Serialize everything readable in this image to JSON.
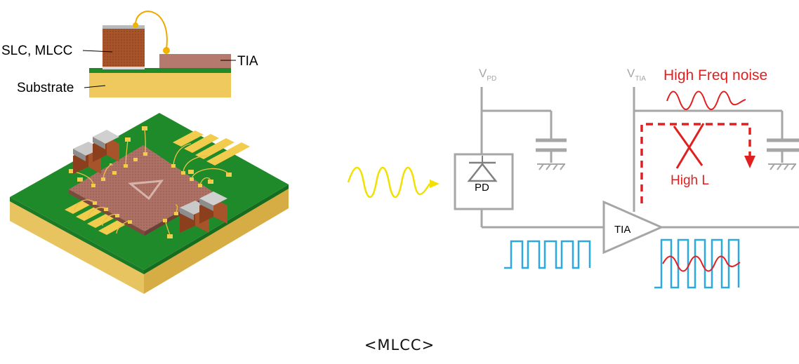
{
  "cross_section": {
    "slc_label": "SLC, MLCC",
    "tia_label": "TIA",
    "substrate_label": "Substrate"
  },
  "package_3d": {
    "die_symbol": "triangle"
  },
  "circuit": {
    "vpd_main": "V",
    "vpd_sub": "PD",
    "vtia_main": "V",
    "vtia_sub": "TIA",
    "noise_label": "High Freq noise",
    "high_l_label": "High L",
    "pd_label": "PD",
    "tia_label": "TIA",
    "colors": {
      "wire": "#a6a6a6",
      "noise": "#e02020",
      "light": "#f2e000",
      "signal": "#2ea8e0"
    }
  },
  "caption": "<MLCC>"
}
